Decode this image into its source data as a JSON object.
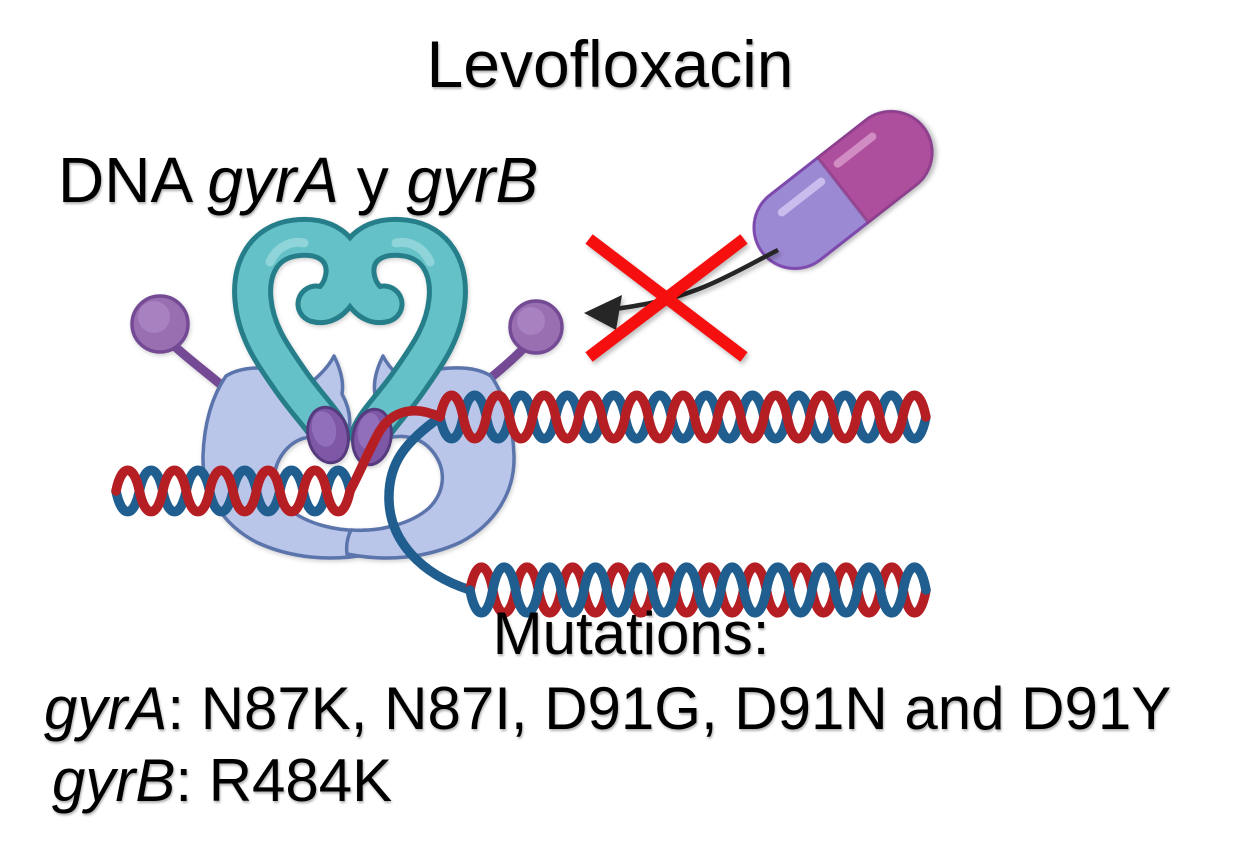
{
  "figure": {
    "title": "Levofloxacin",
    "enzyme_label": {
      "prefix": "DNA ",
      "gene_a": "gyrA",
      "conjunction": " y ",
      "gene_b": "gyrB"
    },
    "mutations": {
      "heading": "Mutations:",
      "gyrA": {
        "gene": "gyrA",
        "details": ": N87K, N87I, D91G, D91N and D91Y"
      },
      "gyrB": {
        "gene": "gyrB",
        "details": ": R484K"
      }
    }
  },
  "icons": {
    "pill": "levofloxacin-capsule-icon",
    "blocked": "red-x-prohibition-icon",
    "arrow": "inhibition-arrow-icon",
    "enzyme": "dna-gyrase-graphic",
    "dna": "dna-double-helix-graphic"
  },
  "colors": {
    "dna_red": "#b51f24",
    "dna_blue": "#1f5e8e",
    "gyrase_teal": "#63c1c7",
    "gyrase_teal_dark": "#257e89",
    "gyrase_body": "#b9c5e9",
    "gyrase_body_outline": "#5b74ab",
    "gyrase_center_purple": "#7e57a7",
    "gyrase_ball_purple": "#9a6fb2",
    "pill_light_half": "#9c89d3",
    "pill_dark_half": "#ae4f9d",
    "x_red": "#f50f0f",
    "arrow_black": "#262626",
    "background": "#ffffff",
    "text": "#000000"
  }
}
